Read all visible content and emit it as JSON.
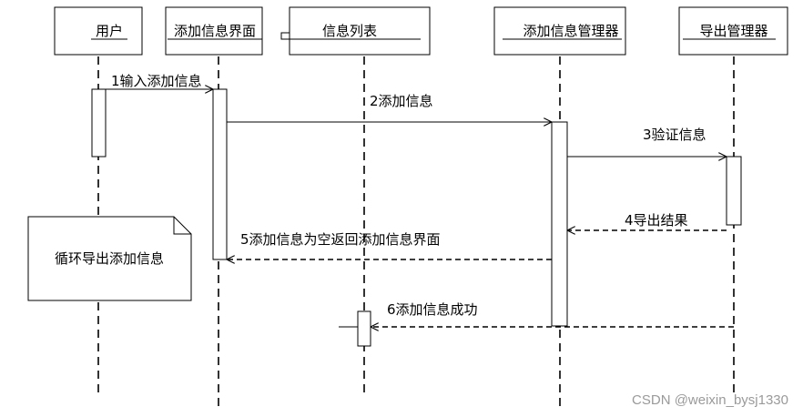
{
  "participants": [
    {
      "id": "user",
      "label": "用户"
    },
    {
      "id": "add-ui",
      "label": "添加信息界面"
    },
    {
      "id": "info-list",
      "label": "信息列表"
    },
    {
      "id": "add-manager",
      "label": "添加信息管理器"
    },
    {
      "id": "export-manager",
      "label": "导出管理器"
    }
  ],
  "messages": [
    {
      "id": "m1",
      "label": "1输入添加信息",
      "kind": "sync"
    },
    {
      "id": "m2",
      "label": "2添加信息",
      "kind": "sync"
    },
    {
      "id": "m3",
      "label": "3验证信息",
      "kind": "sync"
    },
    {
      "id": "m4",
      "label": "4导出结果",
      "kind": "return"
    },
    {
      "id": "m5",
      "label": "5添加信息为空返回添加信息界面",
      "kind": "return"
    },
    {
      "id": "m6",
      "label": "6添加信息成功",
      "kind": "return"
    }
  ],
  "note": {
    "label": "循环导出添加信息"
  },
  "watermark": "CSDN @weixin_bysj1330"
}
